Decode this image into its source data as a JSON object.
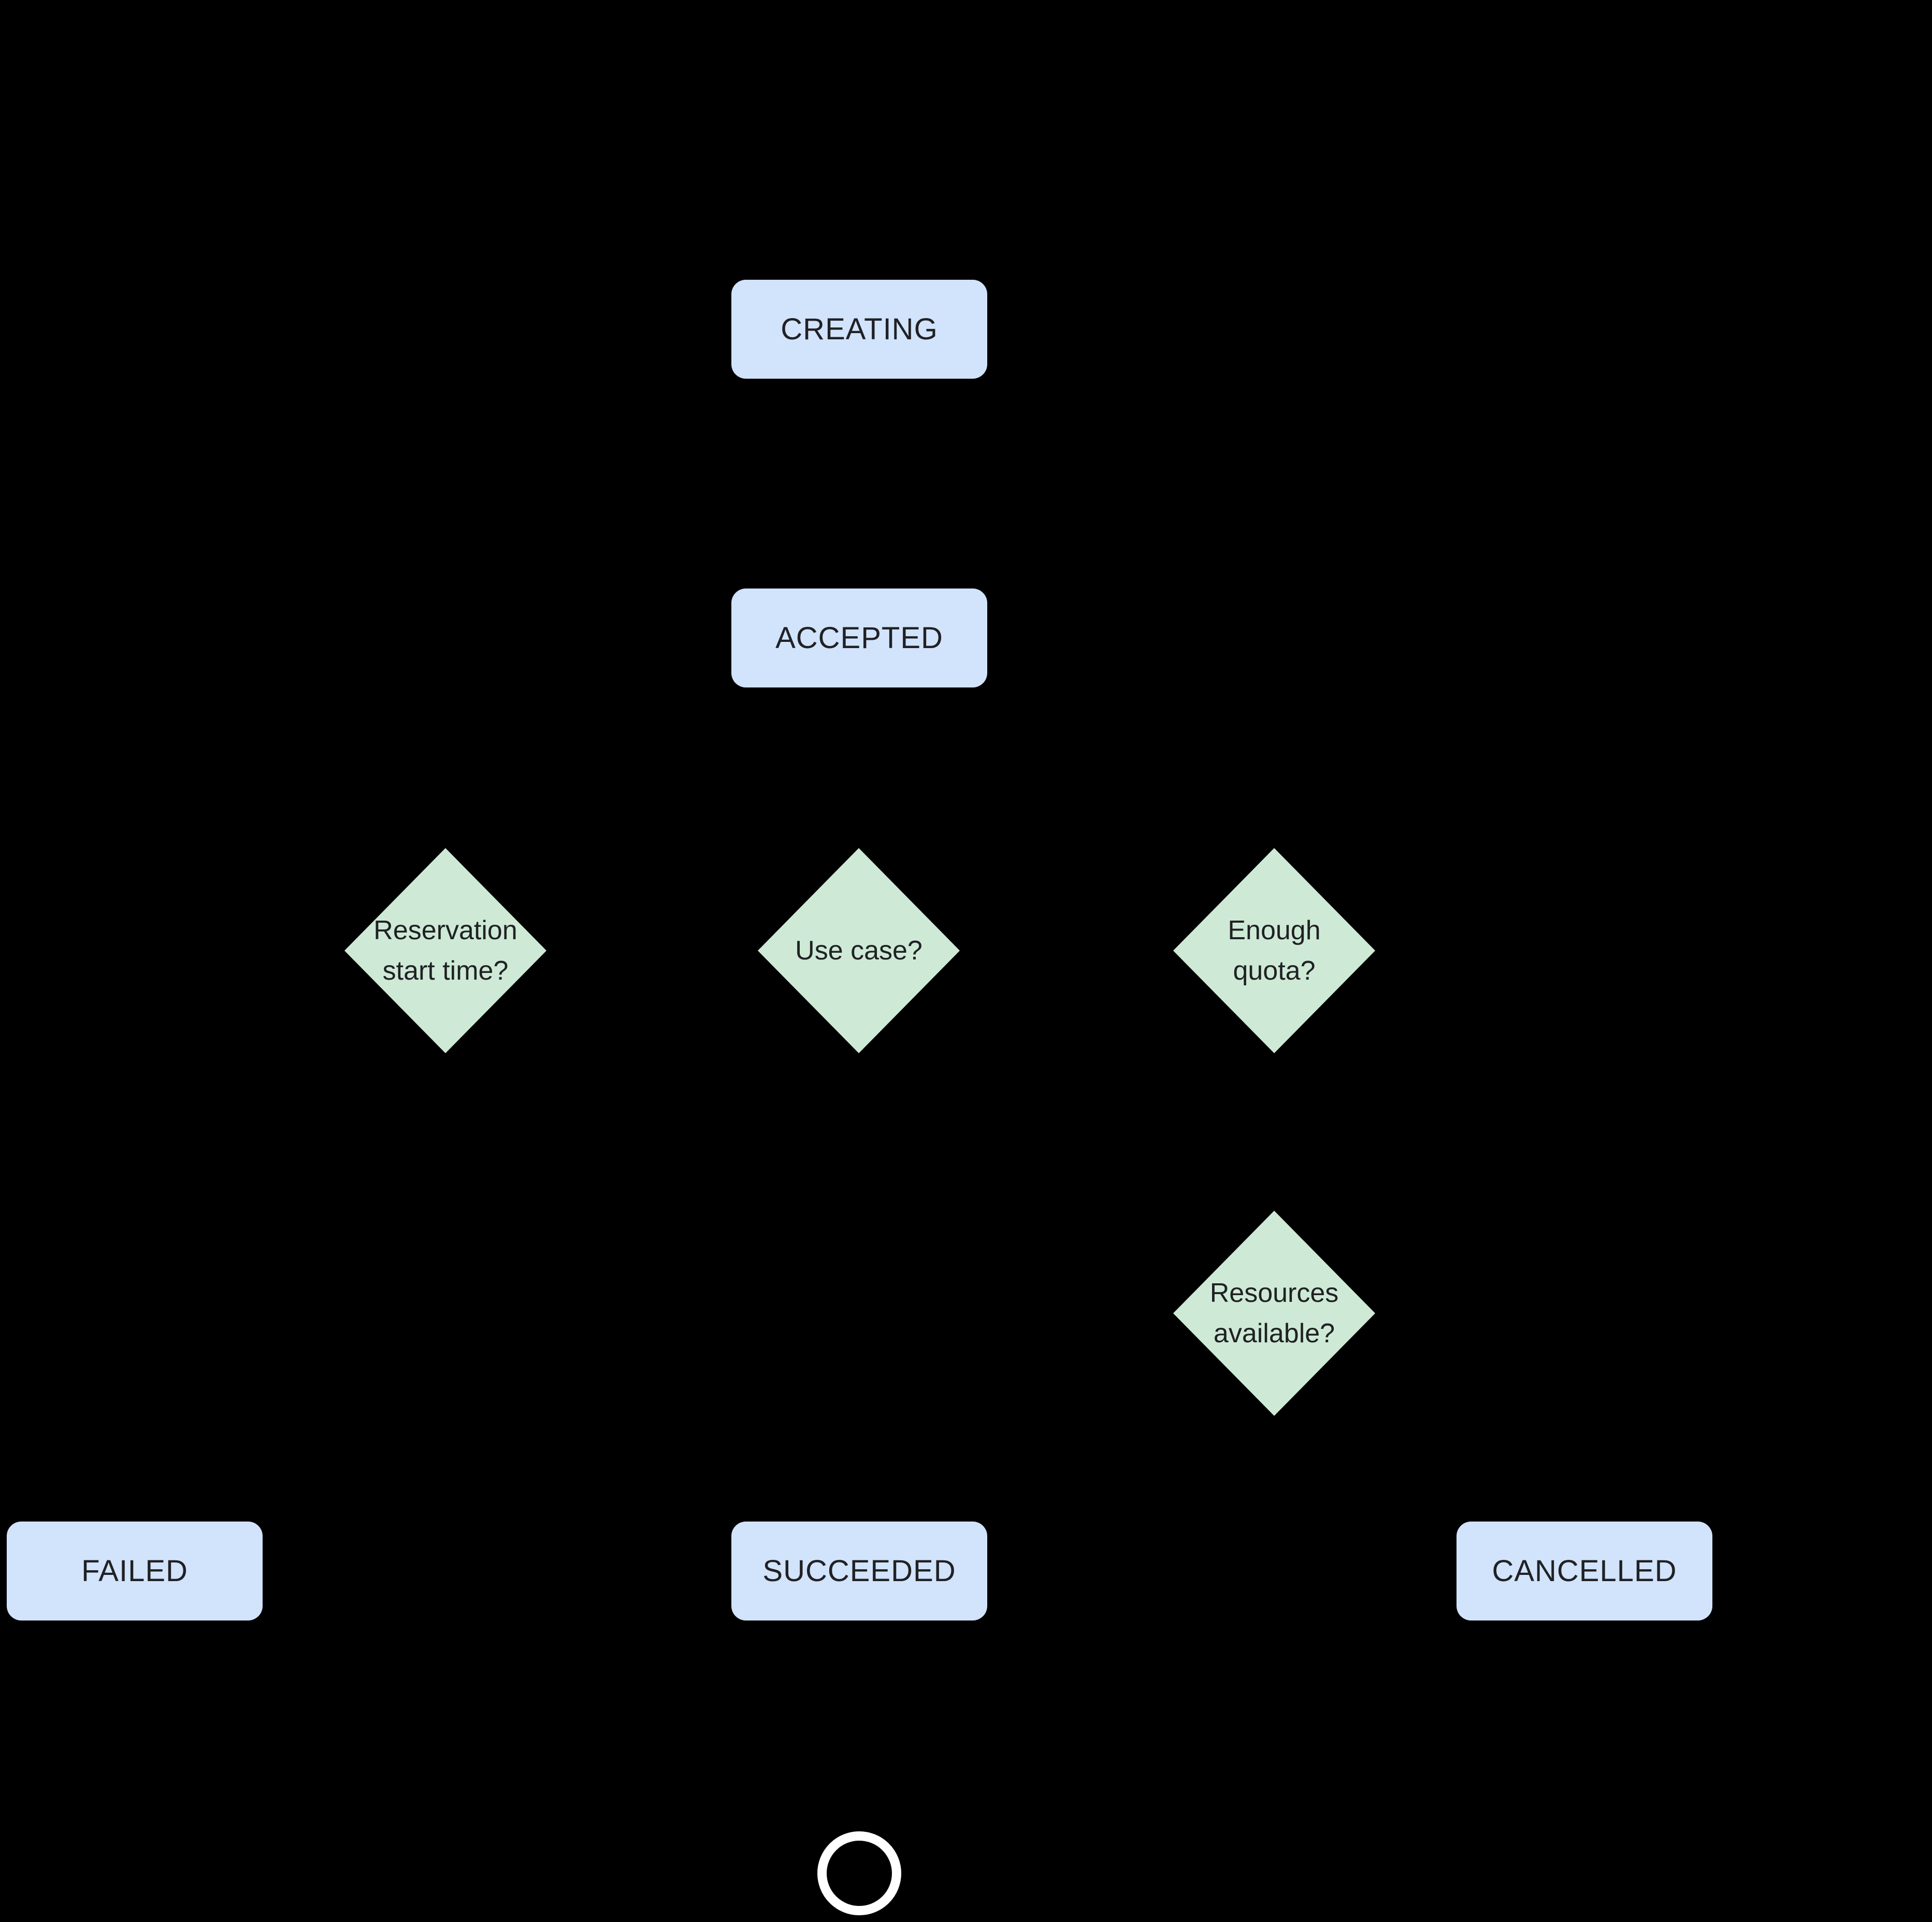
{
  "colors": {
    "background": "#000000",
    "state_fill": "#d2e3fc",
    "decision_fill": "#ceead6",
    "text": "#202124",
    "final_ring": "#ffffff"
  },
  "nodes": {
    "creating": {
      "label": "CREATING"
    },
    "accepted": {
      "label": "ACCEPTED"
    },
    "failed": {
      "label": "FAILED"
    },
    "succeeded": {
      "label": "SUCCEEDED"
    },
    "cancelled": {
      "label": "CANCELLED"
    },
    "reservation_start_time": {
      "line1": "Reservation",
      "line2": "start time?"
    },
    "use_case": {
      "line1": "Use case?"
    },
    "enough_quota": {
      "line1": "Enough",
      "line2": "quota?"
    },
    "resources_available": {
      "line1": "Resources",
      "line2": "available?"
    }
  }
}
